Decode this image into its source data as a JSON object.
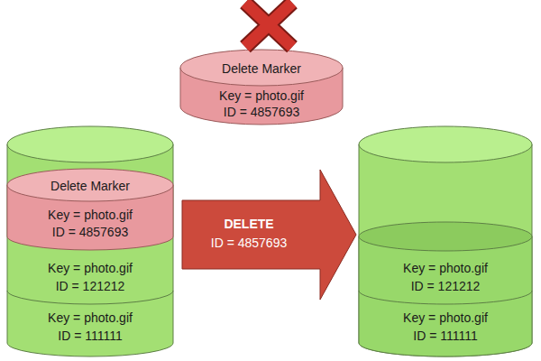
{
  "diagram": {
    "nodes": [
      {
        "text": [
          "Delete Marker",
          "Key = photo.gif",
          "ID = 4857693"
        ]
      },
      {
        "text": [
          "Delete Marker",
          "Key = photo.gif",
          "ID = 4857693"
        ]
      },
      {
        "text": [
          "Key = photo.gif",
          "ID = 121212"
        ]
      },
      {
        "text": [
          "Key = photo.gif",
          "ID = 111111"
        ]
      },
      {
        "text": [
          "DELETE",
          "ID = 4857693"
        ]
      },
      {
        "text": [
          "Key = photo.gif",
          "ID = 121212"
        ]
      },
      {
        "text": [
          "Key = photo.gif",
          "ID = 111111"
        ]
      }
    ]
  }
}
